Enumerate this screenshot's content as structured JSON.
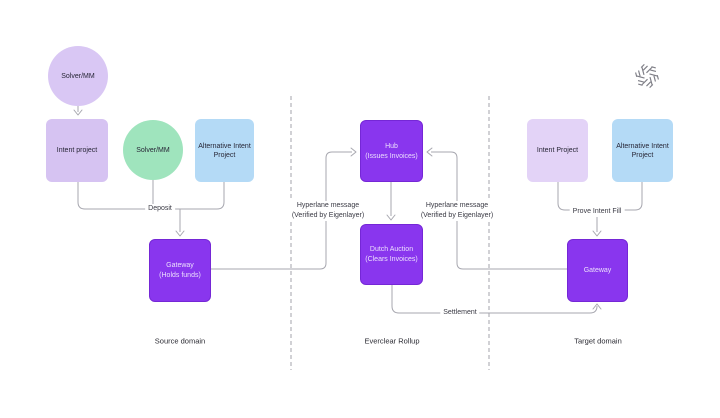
{
  "nodes": {
    "solver_mm_source": {
      "label": "Solver/MM"
    },
    "intent_project_source": {
      "label": "Intent project"
    },
    "solver_mm_alt": {
      "label": "Solver/MM"
    },
    "alt_intent_source": {
      "label": "Alternative Intent Project"
    },
    "gateway_source": {
      "title": "Gateway",
      "subtitle": "(Holds funds)"
    },
    "hub": {
      "title": "Hub",
      "subtitle": "(Issues Invoices)"
    },
    "dutch_auction": {
      "title": "Dutch Auction",
      "subtitle": "(Clears Invoices)"
    },
    "intent_project_target": {
      "label": "Intent Project"
    },
    "alt_intent_target": {
      "label": "Alternative Intent Project"
    },
    "gateway_target": {
      "label": "Gateway"
    }
  },
  "edges": {
    "deposit": {
      "label": "Deposit"
    },
    "hyperlane_left": {
      "line1": "Hyperlane message",
      "line2": "(Verified by Eigenlayer)"
    },
    "hyperlane_right": {
      "line1": "Hyperlane message",
      "line2": "(Verified by Eigenlayer)"
    },
    "prove_intent_fill": {
      "label": "Prove Intent Fill"
    },
    "settlement": {
      "label": "Settlement"
    }
  },
  "regions": {
    "source": {
      "label": "Source domain"
    },
    "rollup": {
      "label": "Everclear Rollup"
    },
    "target": {
      "label": "Target domain"
    }
  },
  "icons": {
    "logo": "everclear-logo"
  },
  "colors": {
    "node_purple": "#8936ee",
    "lavender_circle": "#d9c7f4",
    "lavender_box": "#d6c3f2",
    "lavender_box_light": "#e3d3f7",
    "green_circle": "#9fe4bd",
    "blue_box": "#b4daf6",
    "connector_gray": "#a7a7af",
    "background": "#ffffff"
  }
}
